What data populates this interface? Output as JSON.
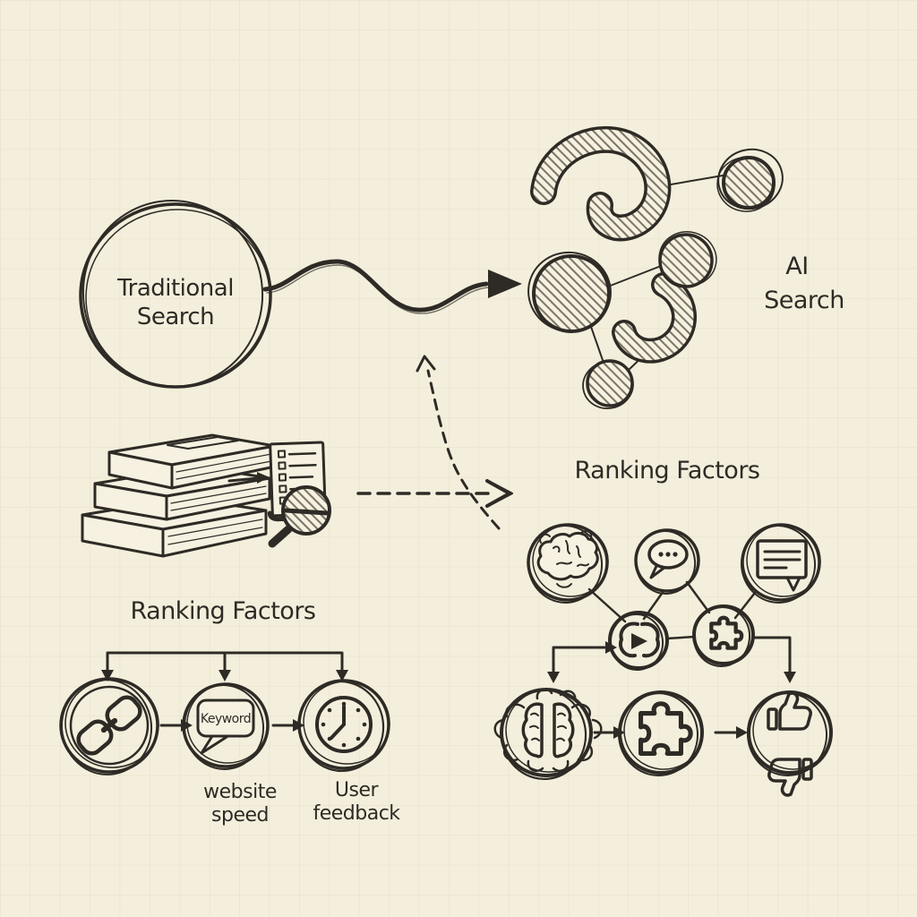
{
  "labels": {
    "traditional_search": {
      "line1": "Traditional",
      "line2": "Search"
    },
    "ai_search": {
      "line1": "AI",
      "line2": "Search"
    },
    "ranking_factors_right": "Ranking Factors",
    "ranking_factors_left": "Ranking Factors",
    "keyword": "Keyword",
    "website_speed": {
      "line1": "website",
      "line2": "speed"
    },
    "user_feedback": {
      "line1": "User",
      "line2": "feedback"
    }
  },
  "icons": {
    "books-icon": "stack of three books",
    "checklist-icon": "document with checkboxes",
    "magnifier-icon": "magnifying glass",
    "wavy-arrow-icon": "wavy arrow traditional-to-ai",
    "dashed-arrow-right-icon": "dashed arrow pointing right",
    "dashed-arrow-up-icon": "dashed curved arrow pointing up",
    "ai-network-icon": "abstract hatched node network",
    "chain-link-icon": "two chain links",
    "keyword-bubble-icon": "speech bubble with word",
    "clock-icon": "clock face",
    "brain-side-icon": "brain side view",
    "chat-dots-icon": "speech bubble with dots",
    "message-icon": "message box with lines",
    "ai-core-icon": "brain halves with play triangle",
    "puzzle-icon": "jigsaw puzzle piece",
    "brain-top-icon": "brain top view with clouds",
    "thumbs-icon": "thumb up and thumb down"
  },
  "colors": {
    "paper": "#f4efdc",
    "grid": "#e8e1cb",
    "ink": "#2e2b26",
    "hatch": "#7d7668"
  }
}
